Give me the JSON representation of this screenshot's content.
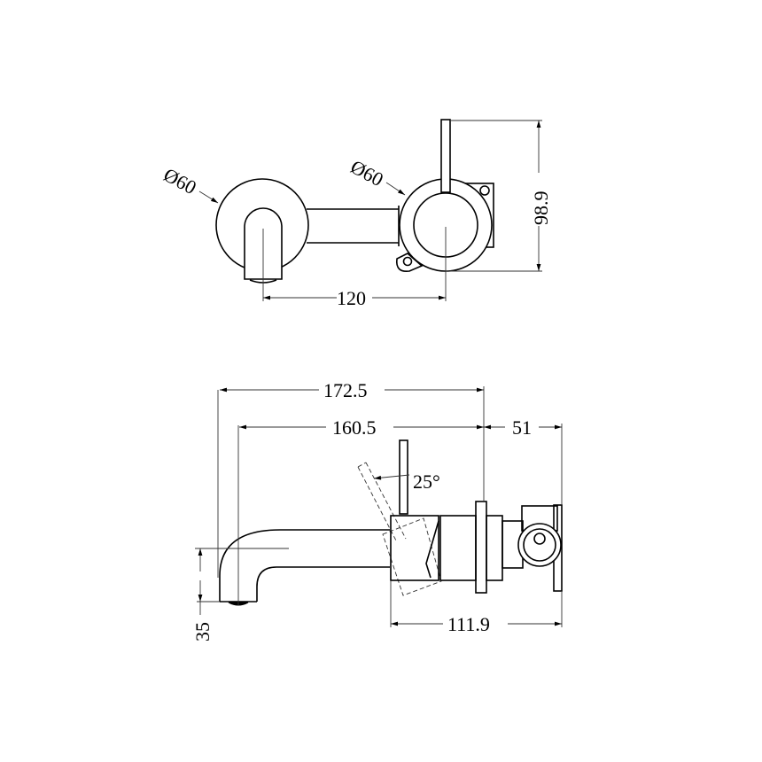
{
  "drawing": {
    "top_view": {
      "left_plate_diameter": "Ø60",
      "right_plate_diameter": "Ø60",
      "center_distance": "120",
      "height": "98.9"
    },
    "side_view": {
      "overall_length": "172.5",
      "spout_length": "160.5",
      "body_depth": "51",
      "handle_angle": "25°",
      "body_length": "111.9",
      "spout_drop": "35"
    }
  }
}
